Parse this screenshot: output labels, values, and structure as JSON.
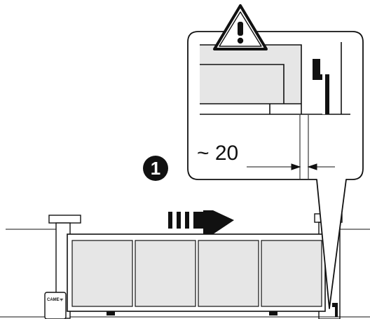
{
  "callout": {
    "dimension_label": "~ 20"
  },
  "step": {
    "number": "1"
  },
  "control_unit": {
    "brand_label": "CAME"
  },
  "colors": {
    "line": "#111111",
    "panel_fill": "#e6e6e6",
    "background": "#ffffff"
  },
  "icons": [
    "warning-triangle-icon",
    "direction-arrow-icon",
    "step-number-badge"
  ]
}
